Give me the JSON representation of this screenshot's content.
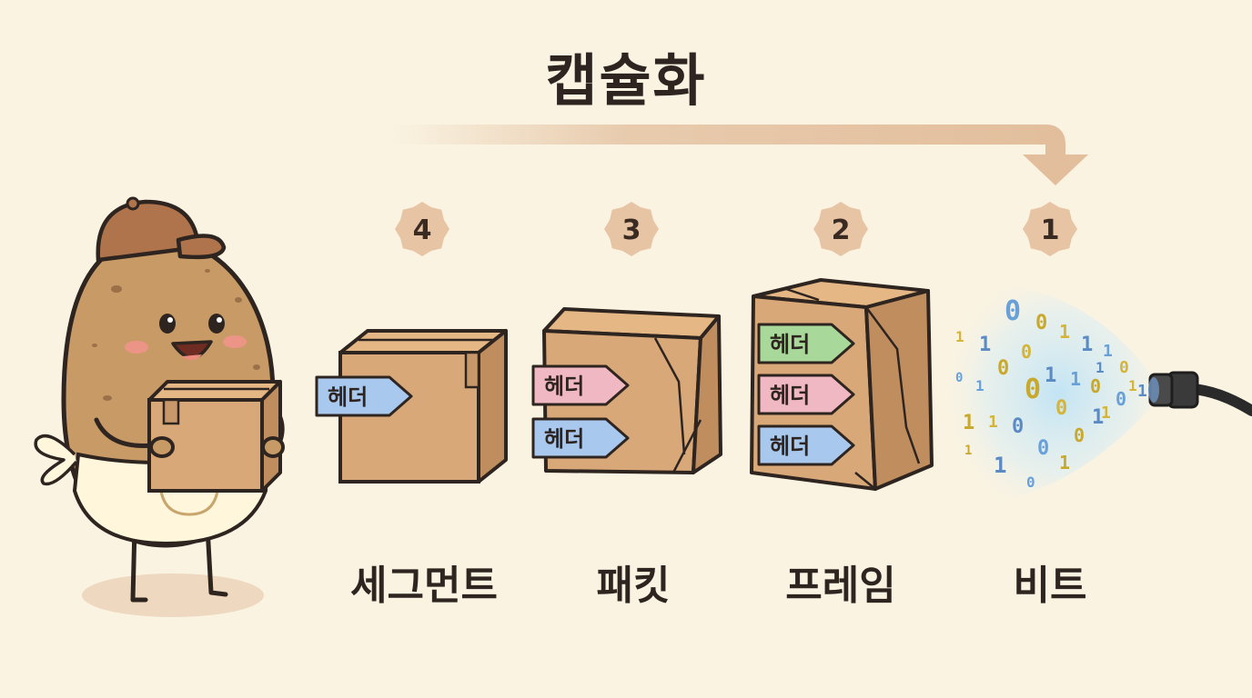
{
  "title": "캡슐화",
  "steps": [
    {
      "number": "4",
      "label": "세그먼트",
      "header_tags": [
        "헤더"
      ]
    },
    {
      "number": "3",
      "label": "패킷",
      "header_tags": [
        "헤더",
        "헤더"
      ]
    },
    {
      "number": "2",
      "label": "프레임",
      "header_tags": [
        "헤더",
        "헤더",
        "헤더"
      ]
    },
    {
      "number": "1",
      "label": "비트",
      "header_tags": []
    }
  ],
  "bits": [
    "1",
    "1",
    "0",
    "0",
    "1",
    "1",
    "1",
    "0",
    "0",
    "1",
    "1",
    "0",
    "0",
    "1",
    "1",
    "0",
    "0",
    "1",
    "0",
    "1",
    "1",
    "0",
    "0",
    "0",
    "1",
    "1",
    "0",
    "1",
    "1",
    "1",
    "0",
    "1"
  ],
  "colors": {
    "background": "#FAF3E2",
    "box": "#D9A878",
    "box_outline": "#2E2420",
    "tag_blue": "#A9C8EE",
    "tag_pink": "#F0B8C2",
    "tag_green": "#A8D99A",
    "badge": "#E7C4A4",
    "arrow": "#E2BE9C"
  }
}
